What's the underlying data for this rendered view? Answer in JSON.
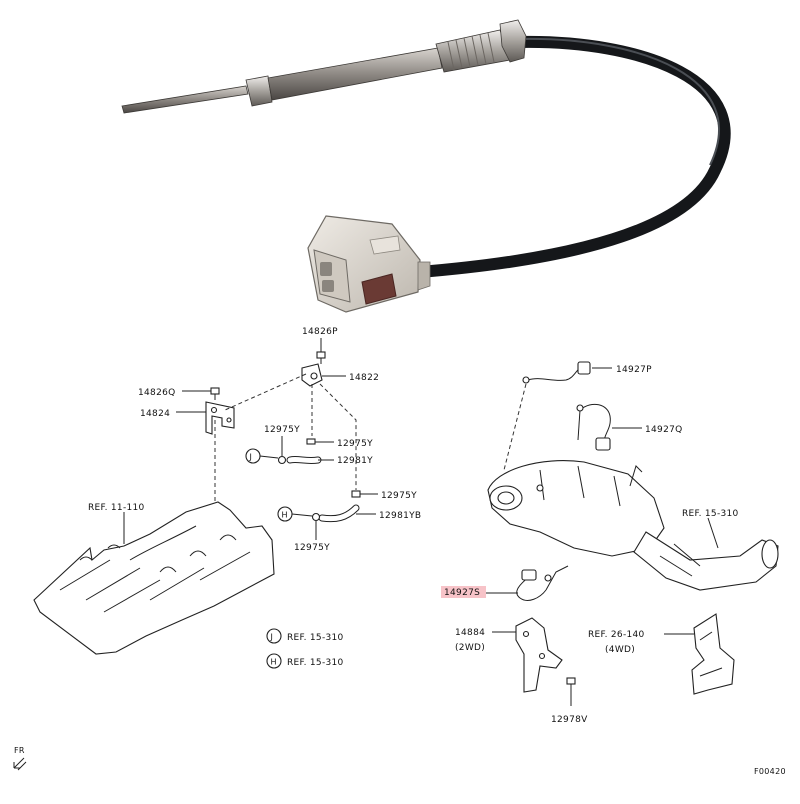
{
  "colors": {
    "highlight": "#f7c3c8",
    "cable": "#15171a",
    "connector": "#d9d4cc",
    "probe": "#8f8a84"
  },
  "photo": {
    "subject": "exhaust-gas-temperature-sensor"
  },
  "labels": {
    "p14826P": "14826P",
    "p14822": "14822",
    "p14826Q": "14826Q",
    "p14824": "14824",
    "p12975Y_a": "12975Y",
    "p12975Y_b": "12975Y",
    "p12981Y": "12981Y",
    "p12975Y_c": "12975Y",
    "p12981YB": "12981YB",
    "p12975Y_d": "12975Y",
    "ref_11_110": "REF. 11-110",
    "ref_j": "REF. 15-310",
    "ref_h": "REF. 15-310",
    "p14927P": "14927P",
    "p14927Q": "14927Q",
    "ref_15_310": "REF. 15-310",
    "p14927S": "14927S",
    "p14884": "14884",
    "p14884_sub": "(2WD)",
    "ref_26_140": "REF. 26-140",
    "ref_26_140_sub": "(4WD)",
    "p12978V": "12978V",
    "fr": "FR",
    "code": "F00420",
    "circle_j": "J",
    "circle_h": "H",
    "circle_j2": "J",
    "circle_h2": "H"
  }
}
